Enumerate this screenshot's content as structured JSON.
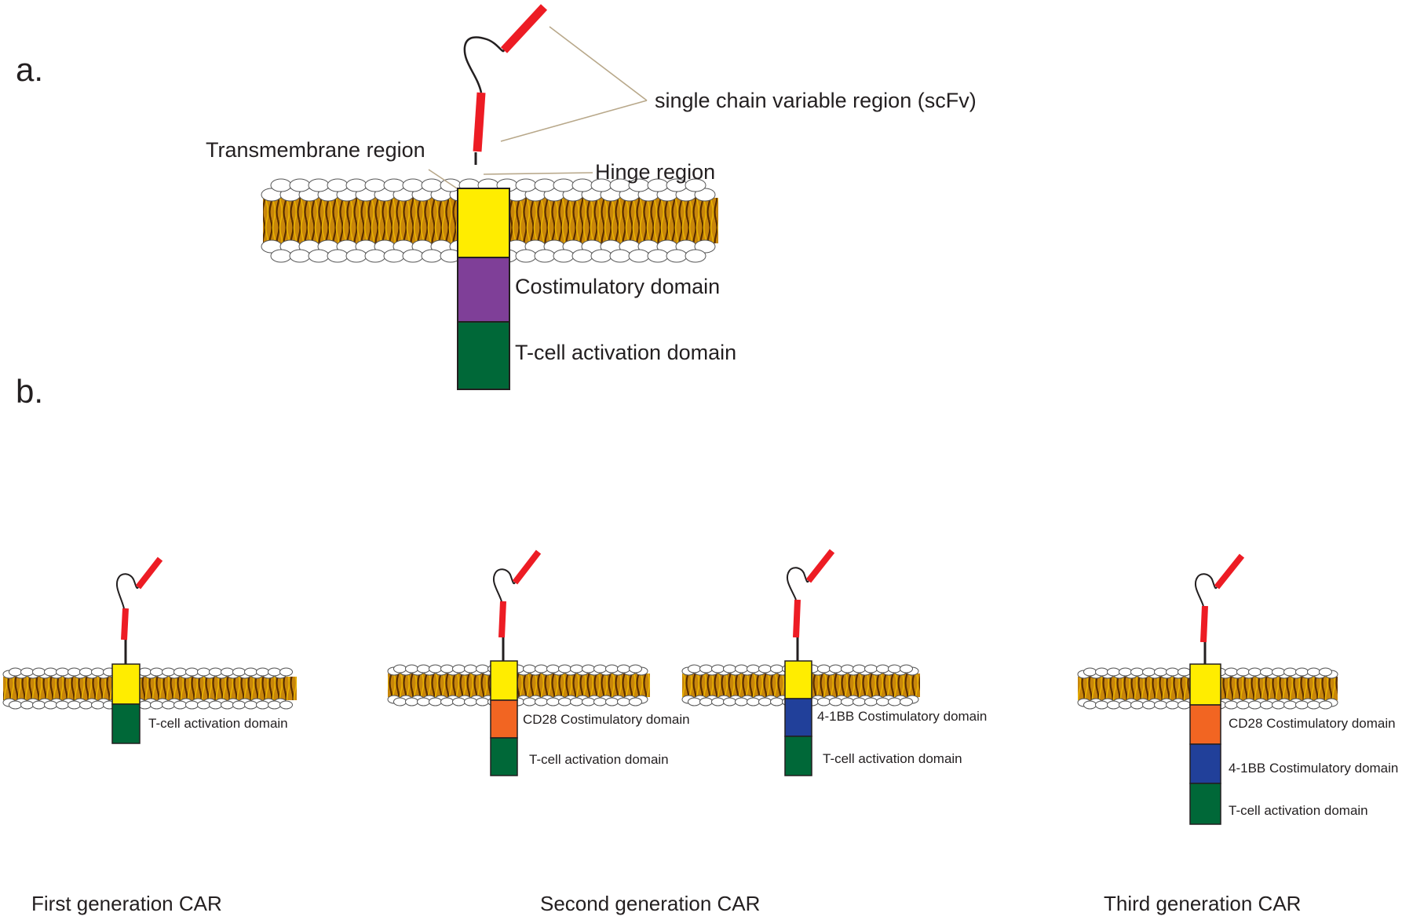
{
  "panels": {
    "a_label": "a.",
    "b_label": "b."
  },
  "panel_a": {
    "scfv_label": "single chain variable region (scFv)",
    "transmembrane_label": "Transmembrane region",
    "hinge_label": "Hinge region",
    "costim_label": "Costimulatory domain",
    "activation_label": "T-cell activation domain"
  },
  "panel_b": {
    "first": {
      "activation_label": "T-cell activation domain",
      "generation_label": "First generation CAR"
    },
    "second_cd28": {
      "costim_label": "CD28 Costimulatory domain",
      "activation_label": "T-cell activation domain"
    },
    "second_41bb": {
      "costim_label": "4-1BB Costimulatory domain",
      "activation_label": "T-cell activation domain"
    },
    "second_generation_label": "Second generation CAR",
    "third": {
      "cd28_label": "CD28 Costimulatory domain",
      "bb_label": "4-1BB Costimulatory domain",
      "activation_label": "T-cell activation domain",
      "generation_label": "Third generation CAR"
    }
  },
  "colors": {
    "transmembrane": "#ffed00",
    "costimulatory_generic": "#7f3f98",
    "cd28": "#f26522",
    "4-1bb": "#21409a",
    "activation": "#006838",
    "scfv": "#ed1c24",
    "membrane_core": "#c8860a",
    "leader_line": "#b8a88a"
  }
}
